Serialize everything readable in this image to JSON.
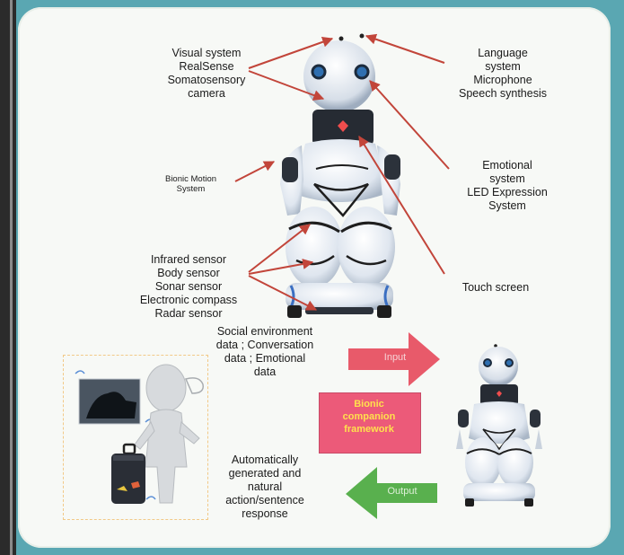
{
  "labels": {
    "visual_system": "Visual system\nRealSense\nSomatosensory\ncamera",
    "language_system": "Language\nsystem\nMicrophone\nSpeech synthesis",
    "bionic_motion": "Bionic Motion\nSystem",
    "emotional_system": "Emotional\nsystem\nLED Expression\nSystem",
    "sensors": "Infrared sensor\nBody sensor\nSonar sensor\nElectronic compass\nRadar sensor",
    "touch_screen": "Touch screen",
    "input_data": "Social environment\ndata ; Conversation\ndata ; Emotional\ndata",
    "output_response": "Automatically\ngenerated and\nnatural\naction/sentence\nresponse"
  },
  "arrows": {
    "input": "Input",
    "output": "Output"
  },
  "framework": {
    "label": "Bionic\ncompanion\nframework"
  },
  "colors": {
    "background": "#5aa7b2",
    "panel": "#f7f9f6",
    "pointer_arrows": "#c2453a",
    "input_arrow": "#e85a6a",
    "output_arrow": "#59b04e",
    "framework_box": "#ec5a79",
    "framework_text": "#ffe14d"
  }
}
